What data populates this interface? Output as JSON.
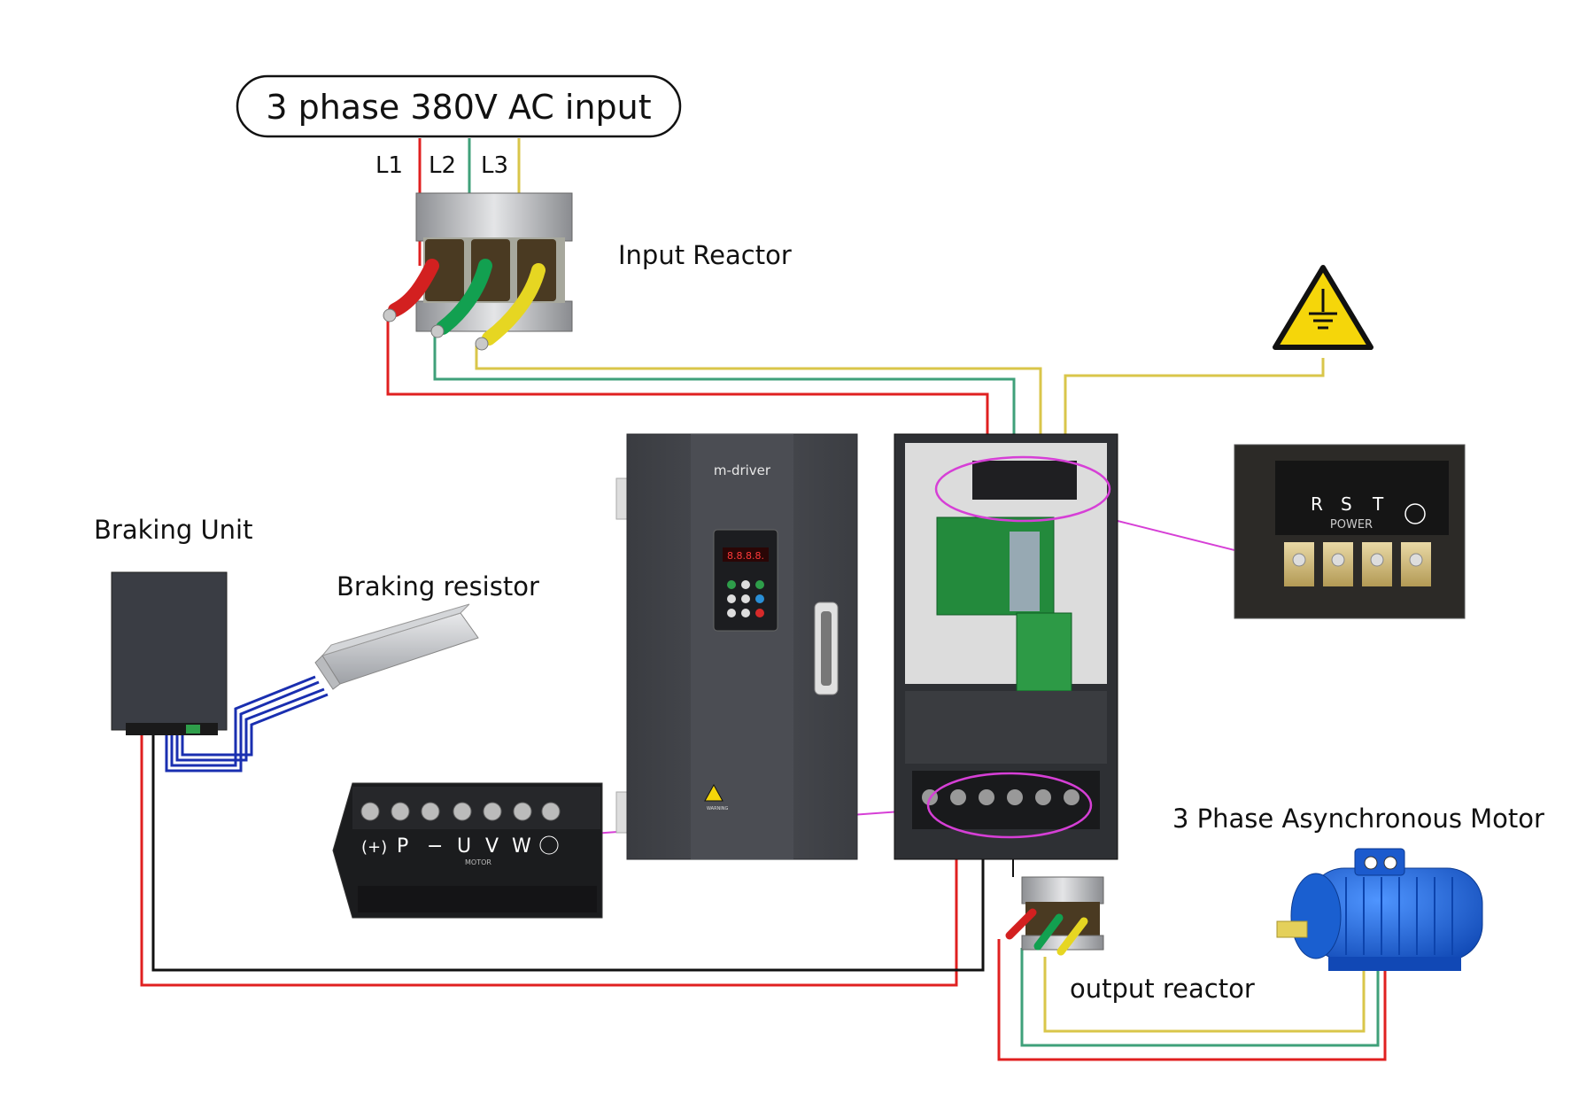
{
  "title": "3 phase 380V AC input",
  "phases": [
    "L1",
    "L2",
    "L3"
  ],
  "labels": {
    "input_reactor": "Input Reactor",
    "braking_unit": "Braking Unit",
    "braking_resistor": "Braking resistor",
    "motor": "3 Phase Asynchronous Motor",
    "output_reactor": "output reactor"
  },
  "vfd": {
    "brand": "m-driver",
    "display": "8.8.8.8.",
    "warning_label": "WARNING"
  },
  "input_terminal_photo": {
    "letters": [
      "R",
      "S",
      "T"
    ],
    "caption": "POWER"
  },
  "output_terminal_photo": {
    "letters": [
      "(+)",
      "P",
      "−",
      "U",
      "V",
      "W"
    ],
    "caption": "MOTOR"
  },
  "colors": {
    "phase_red": "#e02020",
    "phase_green": "#3fa07a",
    "phase_yellow": "#d9c64a",
    "highlight": "#d63fd6",
    "dc_blue": "#1a2fb0",
    "vfd_body": "#45474c",
    "motor_blue": "#1c63d9"
  },
  "icons": [
    "ground-warning-icon",
    "ground-symbol-icon"
  ]
}
